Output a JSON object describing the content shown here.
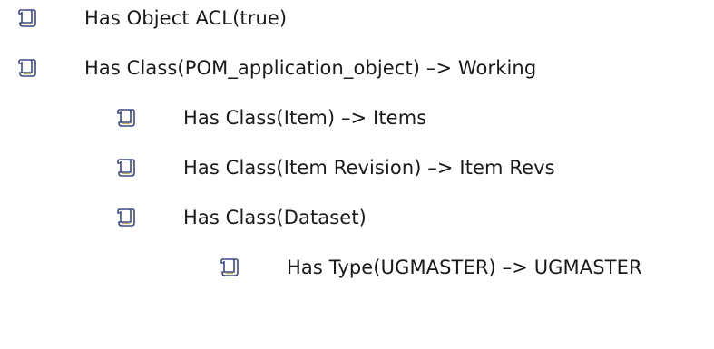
{
  "tree": {
    "items": [
      {
        "label": "Has Object ACL(true)",
        "icon": "scroll-icon"
      },
      {
        "label": "Has Class(POM_application_object) –> Working",
        "icon": "scroll-icon"
      },
      {
        "label": "Has Class(Item) –> Items",
        "icon": "scroll-icon"
      },
      {
        "label": "Has Class(Item Revision) –> Item Revs",
        "icon": "scroll-icon"
      },
      {
        "label": "Has Class(Dataset)",
        "icon": "scroll-icon"
      },
      {
        "label": "Has Type(UGMASTER) –> UGMASTER",
        "icon": "scroll-icon"
      }
    ]
  },
  "colors": {
    "icon_outline": "#3d4a82",
    "icon_fill": "#fbf6e2",
    "icon_shadow": "#b9a46a",
    "text": "#1a1a1a"
  }
}
